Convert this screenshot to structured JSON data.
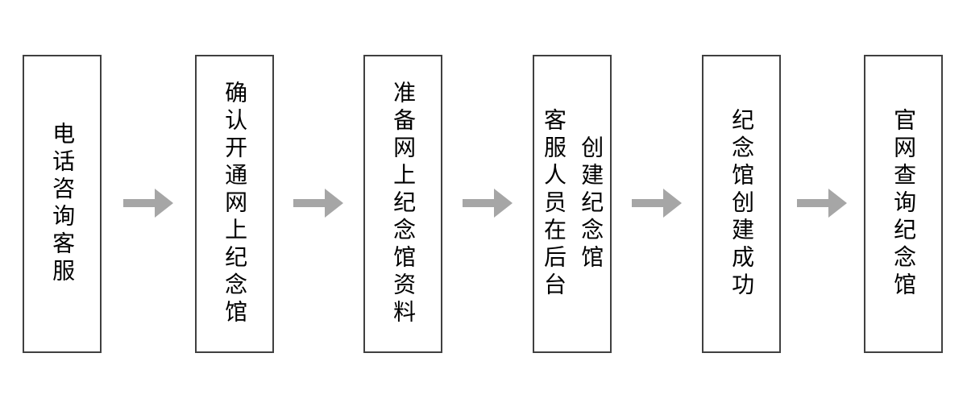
{
  "flow": {
    "type": "flowchart",
    "direction": "left-to-right",
    "steps": [
      {
        "label": "电话咨询客服"
      },
      {
        "label": "确认开通网上纪念馆"
      },
      {
        "label": "准备网上纪念馆资料"
      },
      {
        "label": "客服人员在后台\n创建纪念馆"
      },
      {
        "label": "纪念馆创建成功"
      },
      {
        "label": "官网查询纪念馆"
      }
    ],
    "colors": {
      "box_border": "#404040",
      "box_fill": "#ffffff",
      "text": "#000000",
      "arrow": "#a6a6a6",
      "background": "#ffffff"
    }
  }
}
